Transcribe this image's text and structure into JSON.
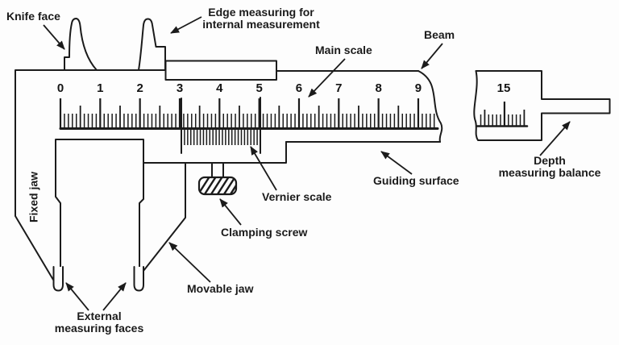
{
  "labels": {
    "knife_face": "Knife face",
    "edge_measuring_line1": "Edge measuring for",
    "edge_measuring_line2": "internal measurement",
    "main_scale": "Main scale",
    "beam": "Beam",
    "fixed_jaw": "Fixed jaw",
    "vernier_scale": "Vernier scale",
    "guiding_surface": "Guiding surface",
    "clamping_screw": "Clamping screw",
    "movable_jaw": "Movable jaw",
    "external_faces_line1": "External",
    "external_faces_line2": "measuring faces",
    "depth_line1": "Depth",
    "depth_line2": "measuring balance"
  },
  "scale": {
    "main_numbers": [
      "0",
      "1",
      "2",
      "3",
      "4",
      "5",
      "6",
      "7",
      "8",
      "9"
    ],
    "right_segment_number": "15"
  },
  "colors": {
    "ink": "#1b1b1b",
    "background": "#fdfdfd"
  }
}
